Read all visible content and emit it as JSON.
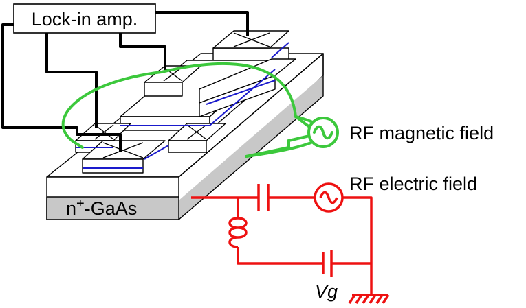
{
  "labels": {
    "lockin": "Lock-in amp.",
    "rf_magnetic": "RF magnetic field",
    "rf_electric": "RF electric field",
    "substrate_prefix": "n",
    "substrate_sup": "+",
    "substrate_suffix": "-GaAs",
    "gate_voltage": "Vg"
  },
  "colors": {
    "magnetic_loop": "#3cc83c",
    "electric_circuit": "#ee1111",
    "stripe": "#1a1acc",
    "wire": "#000000",
    "substrate": "#c8c8c8"
  },
  "icons": {
    "ac_source": "sine-wave-source-icon",
    "inductor": "coil-icon",
    "capacitor": "capacitor-icon",
    "ground": "ground-icon"
  }
}
